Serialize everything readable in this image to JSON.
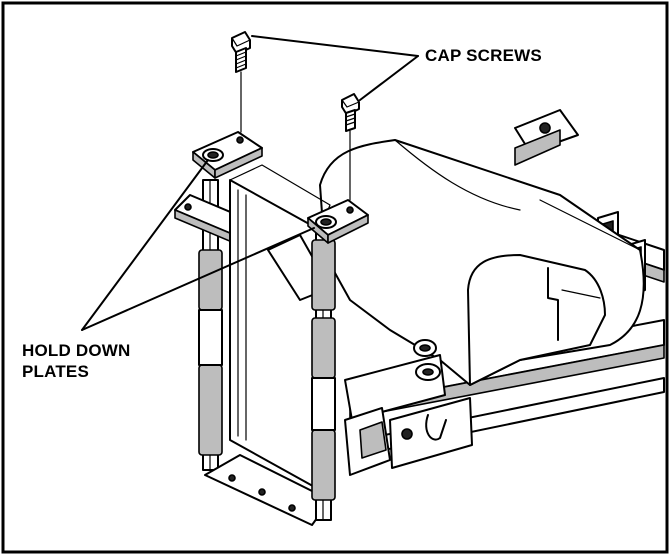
{
  "callouts": {
    "cap_screws": "CAP SCREWS",
    "hold_down_line1": "HOLD DOWN",
    "hold_down_line2": "PLATES"
  },
  "icons": {
    "screw": "cap-screw-icon"
  },
  "colors": {
    "line": "#000000",
    "background": "#ffffff",
    "shading": "#bdbdbd"
  }
}
